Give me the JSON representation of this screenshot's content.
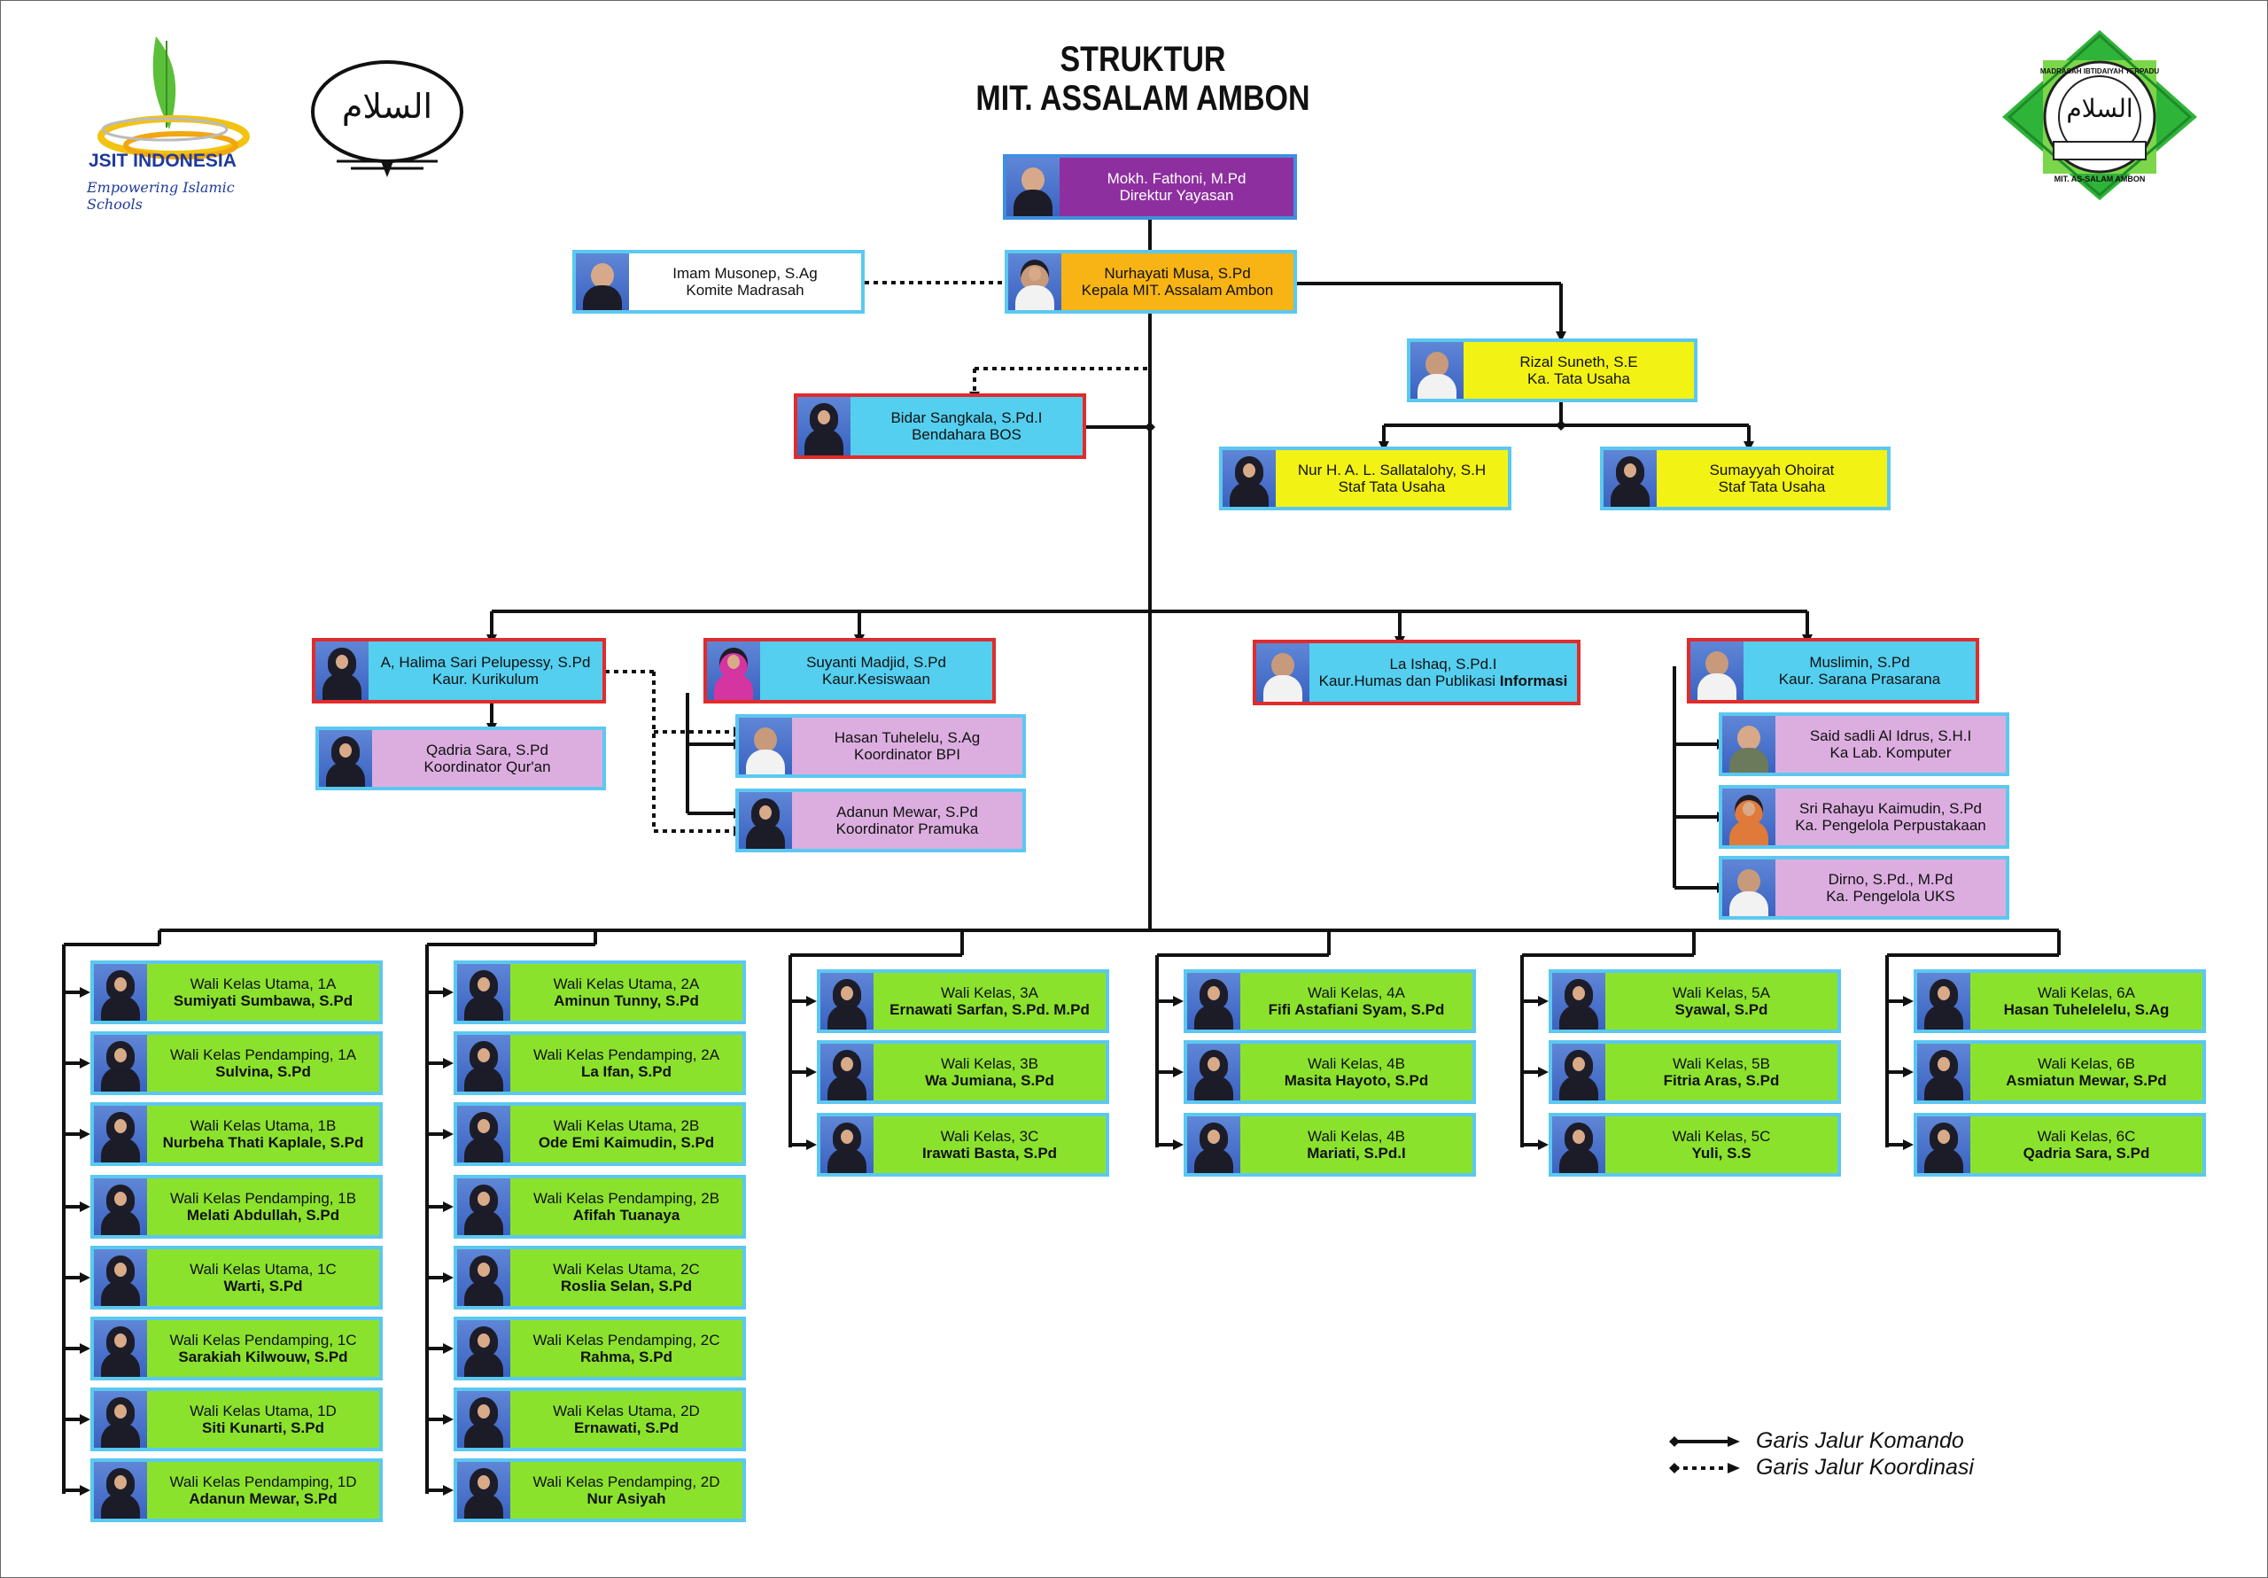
{
  "title": {
    "line1": "STRUKTUR",
    "line2": "MIT. ASSALAM  AMBON"
  },
  "logos": {
    "jsit_name": "JSIT INDONESIA",
    "jsit_tagline": "Empowering Islamic Schools",
    "assalam_arabic": "السلام",
    "badge_top_text": "MADRASAH IBTIDAIYAH TERPADU",
    "badge_bottom_text": "MIT. AS-SALAM AMBON"
  },
  "leaders": {
    "direktur": {
      "name": "Mokh. Fathoni, M.Pd",
      "role": "Direktur Yayasan"
    },
    "kepala": {
      "name": "Nurhayati  Musa, S.Pd",
      "role": "Kepala MIT. Assalam Ambon"
    },
    "komite": {
      "name": "Imam Musonep, S.Ag",
      "role": "Komite Madrasah"
    },
    "ka_tu": {
      "name": "Rizal  Suneth, S.E",
      "role": "Ka. Tata Usaha"
    },
    "bendahara": {
      "name": "Bidar Sangkala, S.Pd.I",
      "role": "Bendahara BOS"
    },
    "staf_tu_1": {
      "name": "Nur H. A. L. Sallatalohy, S.H",
      "role": "Staf Tata Usaha"
    },
    "staf_tu_2": {
      "name": "Sumayyah Ohoirat",
      "role": "Staf Tata Usaha"
    }
  },
  "kaur": {
    "kurikulum": {
      "name": "A, Halima Sari Pelupessy, S.Pd",
      "role": "Kaur. Kurikulum"
    },
    "kesiswaan": {
      "name": "Suyanti  Madjid, S.Pd",
      "role": "Kaur.Kesiswaan"
    },
    "humas": {
      "name": "La Ishaq, S.Pd.I",
      "role_a": "Kaur.Humas dan Publikasi ",
      "role_b": "Informasi"
    },
    "sarana": {
      "name": "Muslimin, S.Pd",
      "role": "Kaur. Sarana Prasarana"
    },
    "quran": {
      "name": "Qadria Sara, S.Pd",
      "role": "Koordinator Qur'an"
    },
    "bpi": {
      "name": "Hasan Tuhelelu, S.Ag",
      "role": "Koordinator BPI"
    },
    "pramuka": {
      "name": "Adanun Mewar, S.Pd",
      "role": "Koordinator Pramuka"
    },
    "lab": {
      "name": "Said sadli Al Idrus, S.H.I",
      "role": "Ka Lab. Komputer"
    },
    "perpus": {
      "name": "Sri Rahayu Kaimudin, S.Pd",
      "role": "Ka. Pengelola Perpustakaan"
    },
    "uks": {
      "name": "Dirno, S.Pd., M.Pd",
      "role": "Ka. Pengelola UKS"
    }
  },
  "wali_columns": [
    {
      "items": [
        {
          "role": "Wali Kelas Utama, 1A",
          "name": "Sumiyati Sumbawa, S.Pd"
        },
        {
          "role": "Wali Kelas Pendamping, 1A",
          "name": "Sulvina, S.Pd"
        },
        {
          "role": "Wali Kelas Utama, 1B",
          "name": "Nurbeha  Thati Kaplale, S.Pd"
        },
        {
          "role": "Wali Kelas Pendamping, 1B",
          "name": "Melati Abdullah, S.Pd"
        },
        {
          "role": "Wali Kelas Utama, 1C",
          "name": "Warti, S.Pd"
        },
        {
          "role": "Wali Kelas Pendamping, 1C",
          "name": "Sarakiah Kilwouw, S.Pd"
        },
        {
          "role": "Wali Kelas Utama, 1D",
          "name": "Siti  Kunarti, S.Pd"
        },
        {
          "role": "Wali Kelas Pendamping, 1D",
          "name": "Adanun  Mewar, S.Pd"
        }
      ]
    },
    {
      "items": [
        {
          "role": "Wali Kelas Utama, 2A",
          "name": "Aminun  Tunny, S.Pd"
        },
        {
          "role": "Wali Kelas Pendamping, 2A",
          "name": "La Ifan, S.Pd"
        },
        {
          "role": "Wali Kelas Utama, 2B",
          "name": "Ode Emi Kaimudin, S.Pd"
        },
        {
          "role": "Wali Kelas Pendamping, 2B",
          "name": "Afifah Tuanaya"
        },
        {
          "role": "Wali Kelas Utama, 2C",
          "name": "Roslia  Selan, S.Pd"
        },
        {
          "role": "Wali Kelas Pendamping, 2C",
          "name": "Rahma, S.Pd"
        },
        {
          "role": "Wali Kelas Utama, 2D",
          "name": "Ernawati, S.Pd"
        },
        {
          "role": "Wali Kelas Pendamping, 2D",
          "name": "Nur Asiyah"
        }
      ]
    },
    {
      "items": [
        {
          "role": "Wali Kelas, 3A",
          "name": "Ernawati Sarfan, S.Pd. M.Pd"
        },
        {
          "role": "Wali Kelas, 3B",
          "name": "Wa  Jumiana, S.Pd"
        },
        {
          "role": "Wali Kelas, 3C",
          "name": "Irawati Basta, S.Pd"
        }
      ]
    },
    {
      "items": [
        {
          "role": "Wali Kelas, 4A",
          "name": "Fifi Astafiani Syam, S.Pd"
        },
        {
          "role": "Wali Kelas, 4B",
          "name": "Masita Hayoto, S.Pd"
        },
        {
          "role": "Wali Kelas, 4B",
          "name": "Mariati, S.Pd.I"
        }
      ]
    },
    {
      "items": [
        {
          "role": "Wali Kelas, 5A",
          "name": "Syawal, S.Pd"
        },
        {
          "role": "Wali Kelas, 5B",
          "name": "Fitria Aras, S.Pd"
        },
        {
          "role": "Wali Kelas, 5C",
          "name": "Yuli, S.S"
        }
      ]
    },
    {
      "items": [
        {
          "role": "Wali Kelas, 6A",
          "name": "Hasan Tuhelelelu, S.Ag"
        },
        {
          "role": "Wali Kelas, 6B",
          "name": "Asmiatun Mewar, S.Pd"
        },
        {
          "role": "Wali Kelas, 6C",
          "name": "Qadria Sara, S.Pd"
        }
      ]
    }
  ],
  "legend": {
    "komando": "Garis Jalur Komando",
    "koordinasi": "Garis Jalur Koordinasi"
  },
  "colors": {
    "purple": "#8e2fa0",
    "orange": "#f7b414",
    "yellow": "#f2f215",
    "cyan": "#54cfef",
    "lilac": "#dcaee0",
    "green": "#8be22d",
    "border_cyan": "#5bc8f0",
    "border_red": "#e22b2b"
  }
}
